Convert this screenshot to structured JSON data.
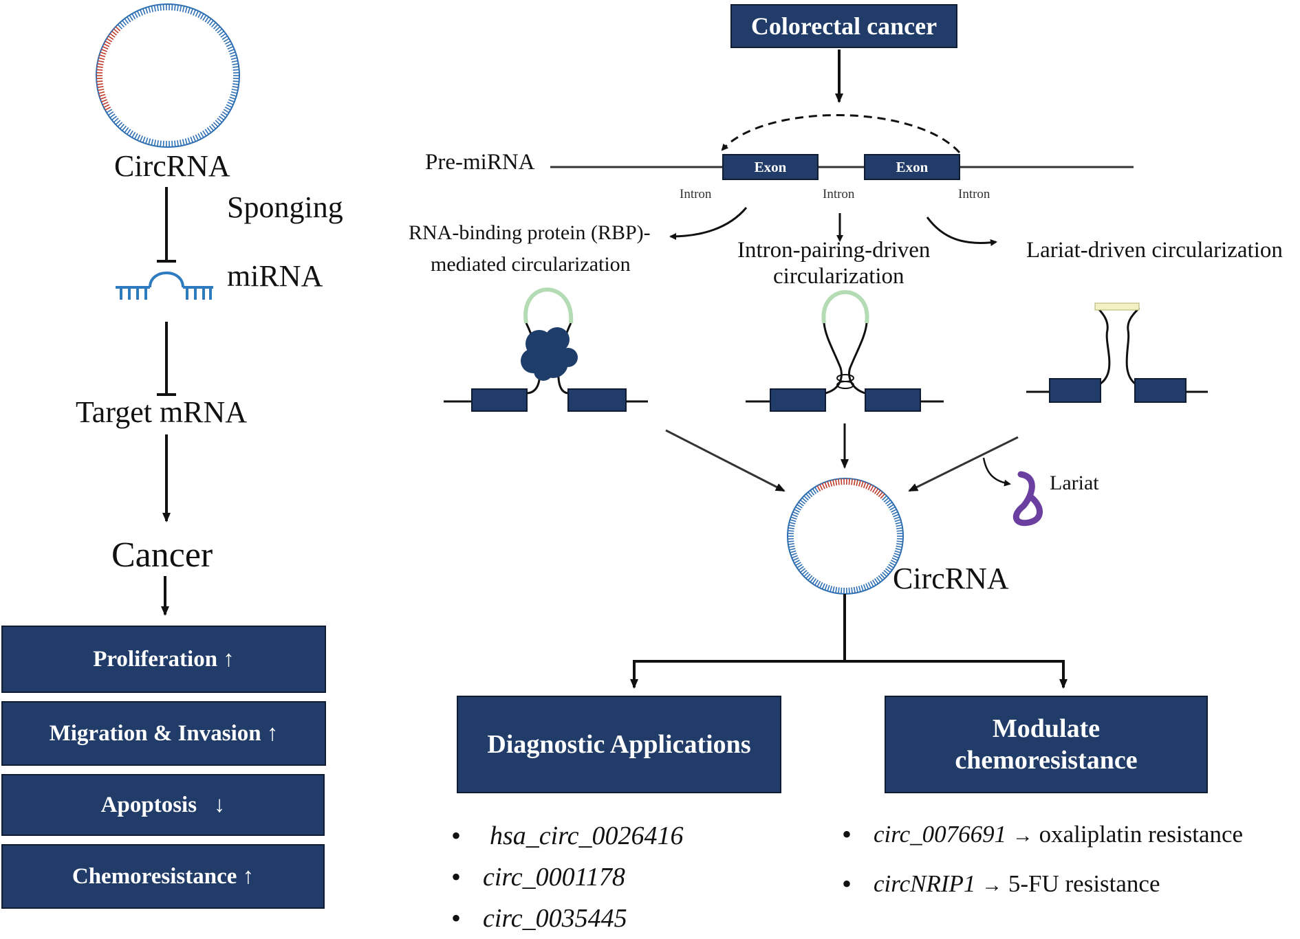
{
  "left": {
    "circrna_label": "CircRNA",
    "sponging_label": "Sponging",
    "mirna_label": "miRNA",
    "target_label": "Target mRNA",
    "cancer_label": "Cancer",
    "effects": [
      {
        "label": "Proliferation",
        "arrow": "↑"
      },
      {
        "label": "Migration & Invasion",
        "arrow": "↑"
      },
      {
        "label": "Apoptosis",
        "arrow": "↓"
      },
      {
        "label": "Chemoresistance",
        "arrow": "↑"
      }
    ]
  },
  "right": {
    "title": "Colorectal cancer",
    "pre_label": "Pre-miRNA",
    "exon1": "Exon",
    "exon2": "Exon",
    "intron1": "Intron",
    "intron2": "Intron",
    "intron3": "Intron",
    "mech_rbp_line1": "RNA-binding protein (RBP)-",
    "mech_rbp_line2": "mediated circularization",
    "mech_intron_line1": "Intron-pairing-driven",
    "mech_intron_line2": "circularization",
    "mech_lariat": "Lariat-driven circularization",
    "lariat_label": "Lariat",
    "circrna_label": "CircRNA",
    "diag_title": "Diagnostic Applications",
    "chemo_title_line1": "Modulate",
    "chemo_title_line2": "chemoresistance",
    "diag_items": [
      "hsa_circ_0026416",
      "circ_0001178",
      "circ_0035445"
    ],
    "chemo_items": [
      {
        "name": "circ_0076691",
        "arrow": "→",
        "effect": "oxaliplatin resistance"
      },
      {
        "name": "circNRIP1",
        "arrow": "→",
        "effect": "5-FU resistance"
      }
    ]
  },
  "colors": {
    "box_fill": "#213c68",
    "circle_blue": "#2f6fb3",
    "circle_red": "#c0392b",
    "loop_green": "#a8d8a8",
    "lariat_purple": "#6a3fa0",
    "protein": "#1f3d6b"
  }
}
